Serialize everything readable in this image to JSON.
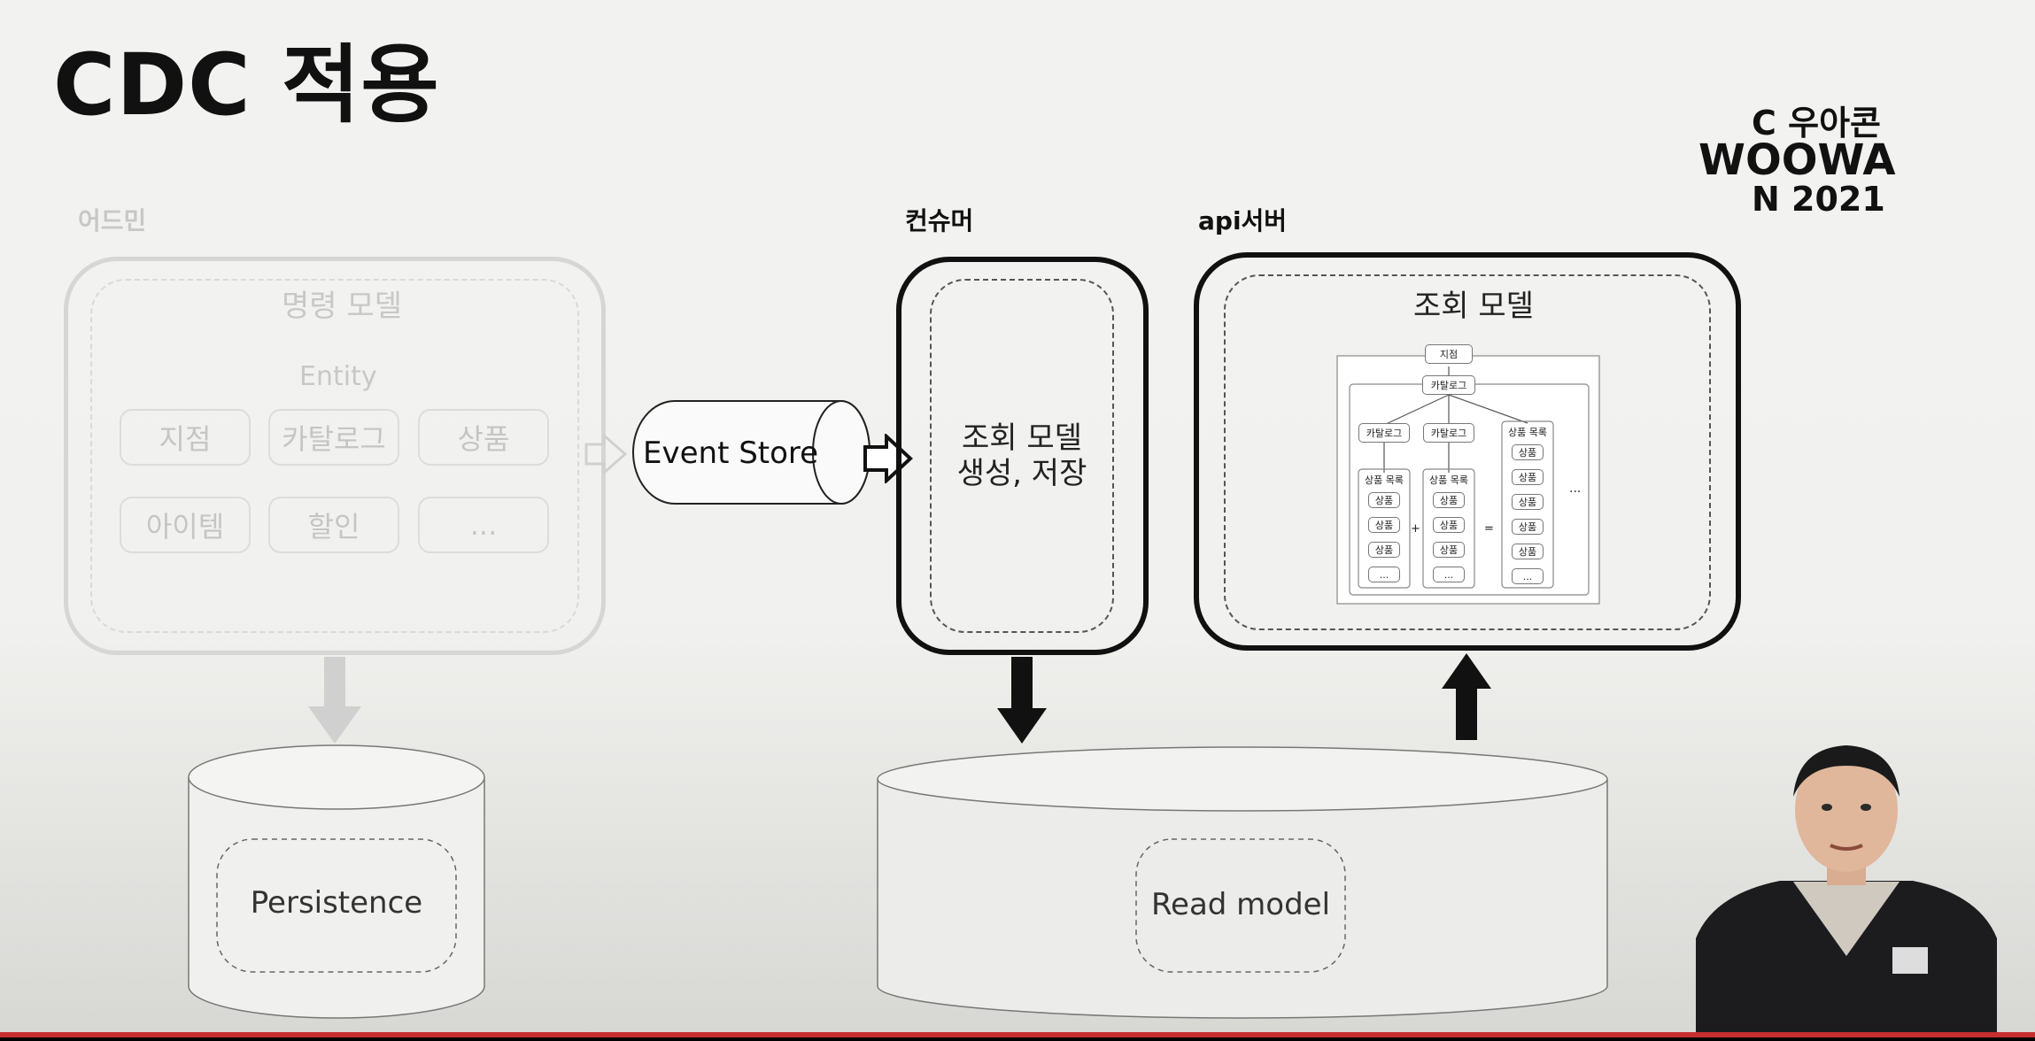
{
  "slide": {
    "title": "CDC 적용",
    "logo": {
      "lines": [
        "C 우아콘",
        "WOOWA",
        "N 2021"
      ]
    }
  },
  "admin": {
    "label": "어드민",
    "model_title": "명령 모델",
    "entity_label": "Entity",
    "entities": [
      "지점",
      "카탈로그",
      "상품",
      "아이템",
      "할인",
      "..."
    ],
    "db_label": "Persistence"
  },
  "event_store": {
    "label": "Event Store"
  },
  "consumer": {
    "label": "컨슈머",
    "text_line1": "조회 모델",
    "text_line2": "생성, 저장"
  },
  "api_server": {
    "label": "api서버",
    "model_title": "조회 모델",
    "diagram": {
      "root": "지점",
      "catalog": "카탈로그",
      "sub_catalog_1": "카탈로그",
      "sub_catalog_2": "카탈로그",
      "product_list": "상품 목록",
      "product": "상품",
      "ellipsis": "...",
      "plus": "+",
      "equals": "=",
      "side_ellipsis": "..."
    }
  },
  "read_db": {
    "label": "Read model"
  },
  "colors": {
    "accent_strip": "#c62f2f",
    "dark_ink": "#111111",
    "faded_ink": "#c8c8c8"
  }
}
